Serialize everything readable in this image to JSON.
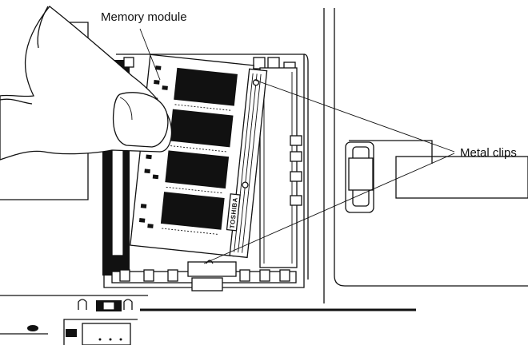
{
  "labels": {
    "memory_module": "Memory module",
    "metal_clips": "Metal clips",
    "chip_brand": "TOSHIBA"
  },
  "colors": {
    "ink": "#111111",
    "paper": "#ffffff"
  }
}
